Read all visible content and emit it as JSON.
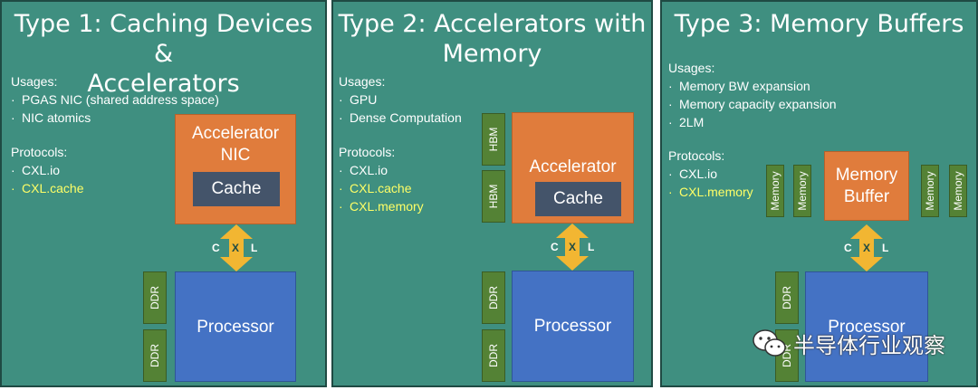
{
  "panels": [
    {
      "title_line1": "Type 1: Caching Devices &",
      "title_line2": "Accelerators",
      "usages_header": "Usages:",
      "usages": [
        "PGAS NIC (shared address space)",
        "NIC atomics"
      ],
      "protocols_header": "Protocols:",
      "protocols": [
        "CXL.io",
        "CXL.cache"
      ],
      "device_line1": "Accelerator",
      "device_line2": "NIC",
      "cache": "Cache",
      "processor": "Processor",
      "ddr": [
        "DDR",
        "DDR"
      ],
      "cxl": [
        "C",
        "X",
        "L"
      ]
    },
    {
      "title_line1": "Type 2: Accelerators with",
      "title_line2": "Memory",
      "usages_header": "Usages:",
      "usages": [
        "GPU",
        "Dense Computation"
      ],
      "protocols_header": "Protocols:",
      "protocols": [
        "CXL.io",
        "CXL.cache",
        "CXL.memory"
      ],
      "device_line1": "Accelerator",
      "cache": "Cache",
      "hbm": [
        "HBM",
        "HBM"
      ],
      "processor": "Processor",
      "ddr": [
        "DDR",
        "DDR"
      ],
      "cxl": [
        "C",
        "X",
        "L"
      ]
    },
    {
      "title_line1": "Type 3: Memory Buffers",
      "usages_header": "Usages:",
      "usages": [
        "Memory BW expansion",
        "Memory capacity expansion",
        "2LM"
      ],
      "protocols_header": "Protocols:",
      "protocols": [
        "CXL.io",
        "CXL.memory"
      ],
      "device_line1": "Memory",
      "device_line2": "Buffer",
      "memory": [
        "Memory",
        "Memory",
        "Memory",
        "Memory"
      ],
      "processor": "Processor",
      "ddr": [
        "DDR",
        "DDR"
      ],
      "cxl": [
        "C",
        "X",
        "L"
      ]
    }
  ],
  "watermark": "半导体行业观察",
  "colors": {
    "panel_bg": "#3f8f80",
    "orange": "#e07c3c",
    "blue": "#4472c4",
    "cache": "#44546a",
    "green": "#548235",
    "arrow": "#f2b632",
    "highlight": "#ffff66"
  }
}
